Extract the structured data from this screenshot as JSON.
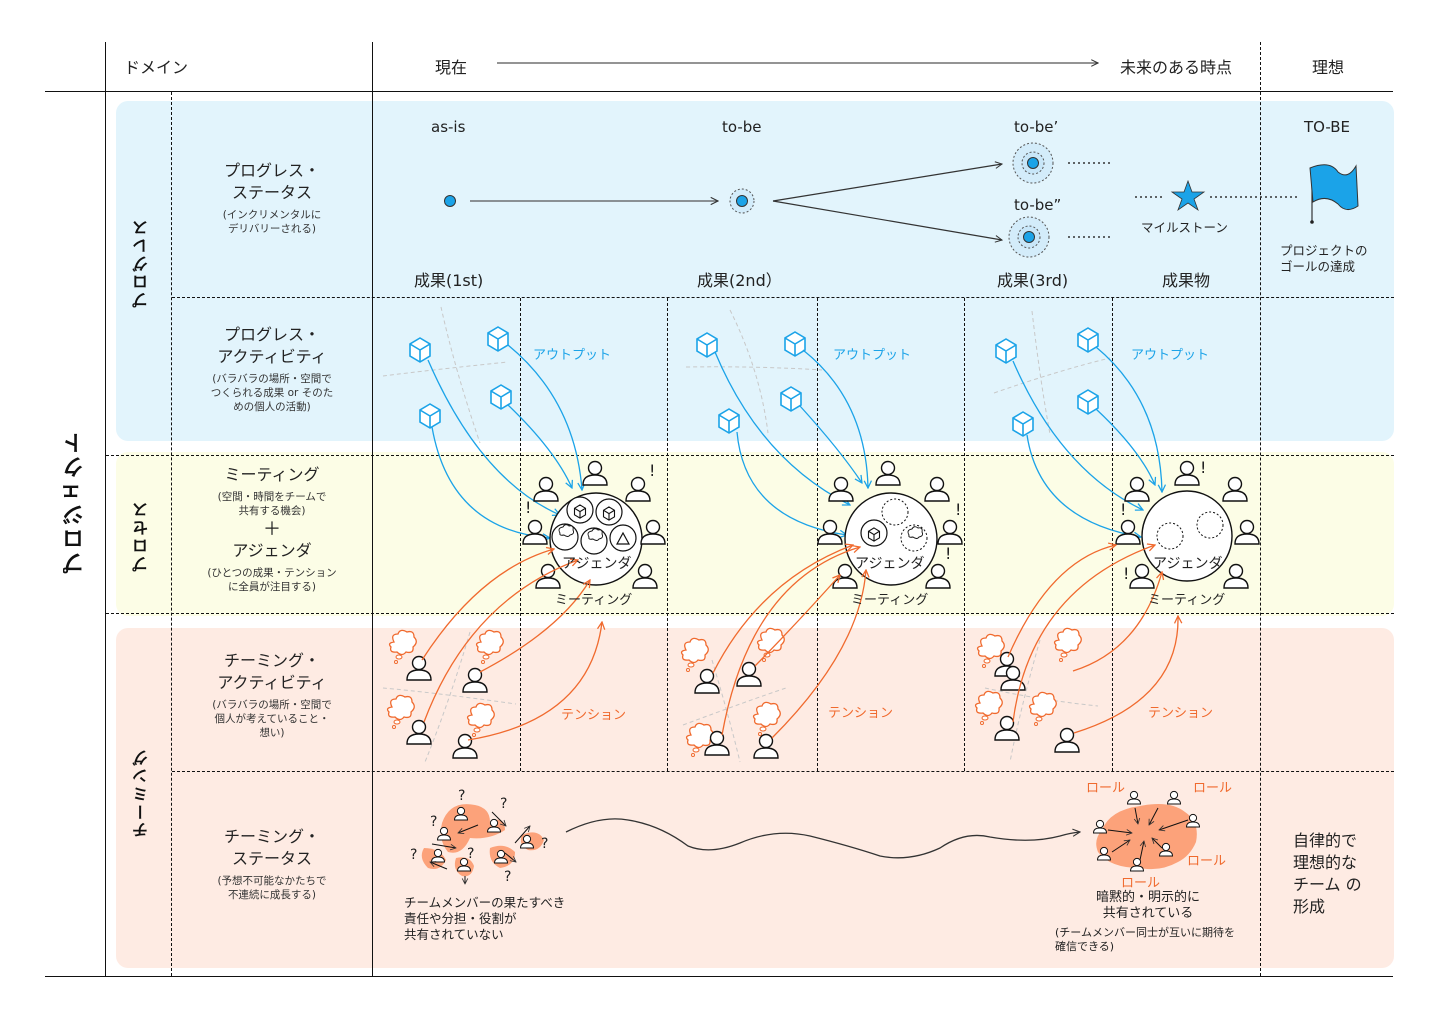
{
  "header": {
    "domain_label": "ドメイン",
    "now_label": "現在",
    "future_label": "未来のある時点",
    "ideal_label": "理想"
  },
  "project_label": "プロジェクト",
  "groups": {
    "progress": "プログレス",
    "process": "プロセス",
    "teaming": "チーミング"
  },
  "domains": {
    "progress_status": {
      "title": "プログレス・\nステータス",
      "sub": "(インクリメンタルに\nデリバリーされる)"
    },
    "progress_activity": {
      "title": "プログレス・\nアクティビティ",
      "sub": "(バラバラの場所・空間で\nつくられる成果 or そのた\nめの個人の活動)"
    },
    "meeting": {
      "title": "ミーティング",
      "sub": "(空間・時間をチームで\n共有する機会)"
    },
    "plus": "＋",
    "agenda": {
      "title": "アジェンダ",
      "sub": "(ひとつの成果・テンション\nに全員が注目する)"
    },
    "teaming_activity": {
      "title": "チーミング・\nアクティビティ",
      "sub": "(バラバラの場所・空間で\n個人が考えていること・\n想い)"
    },
    "teaming_status": {
      "title": "チーミング・\nステータス",
      "sub": "(予想不可能なかたちで\n不連続に成長する)"
    }
  },
  "status": {
    "as_is": "as-is",
    "to_be": "to-be",
    "to_be_prime": "to-be’",
    "to_be_dprime": "to-be”",
    "to_be_final": "TO-BE",
    "milestone": "マイルストーン",
    "result_1": "成果(1st)",
    "result_2": "成果(2nd）",
    "result_3": "成果(3rd)",
    "deliverable": "成果物",
    "goal": "プロジェクトの\nゴールの達成"
  },
  "activity": {
    "output_label": "アウトプット",
    "tension_label": "テンション",
    "agenda_label": "アジェンダ",
    "meeting_label": "ミーティング",
    "exclamation": "!"
  },
  "teaming_status": {
    "before_text": "チームメンバーの果たすべき\n責任や分担・役割が\n共有されていない",
    "question": "?",
    "role_label": "ロール",
    "after_text": "暗黙的・明示的に\n共有されている",
    "after_sub": "(チームメンバー同士が互いに期待を\n確信できる)",
    "ideal_text": "自律的で\n理想的な\nチーム の\n形成"
  },
  "colors": {
    "blue": "#1ba3e8",
    "orange": "#f06a2e",
    "blob": "#fca27a",
    "progress_bg": "#e2f4fc",
    "process_bg": "#fcfde6",
    "teaming_bg": "#feebe3"
  },
  "icons": [
    "cube-icon",
    "person-icon",
    "thought-cloud-icon",
    "star-icon",
    "flag-icon",
    "triangle-icon",
    "target-dot-icon"
  ]
}
